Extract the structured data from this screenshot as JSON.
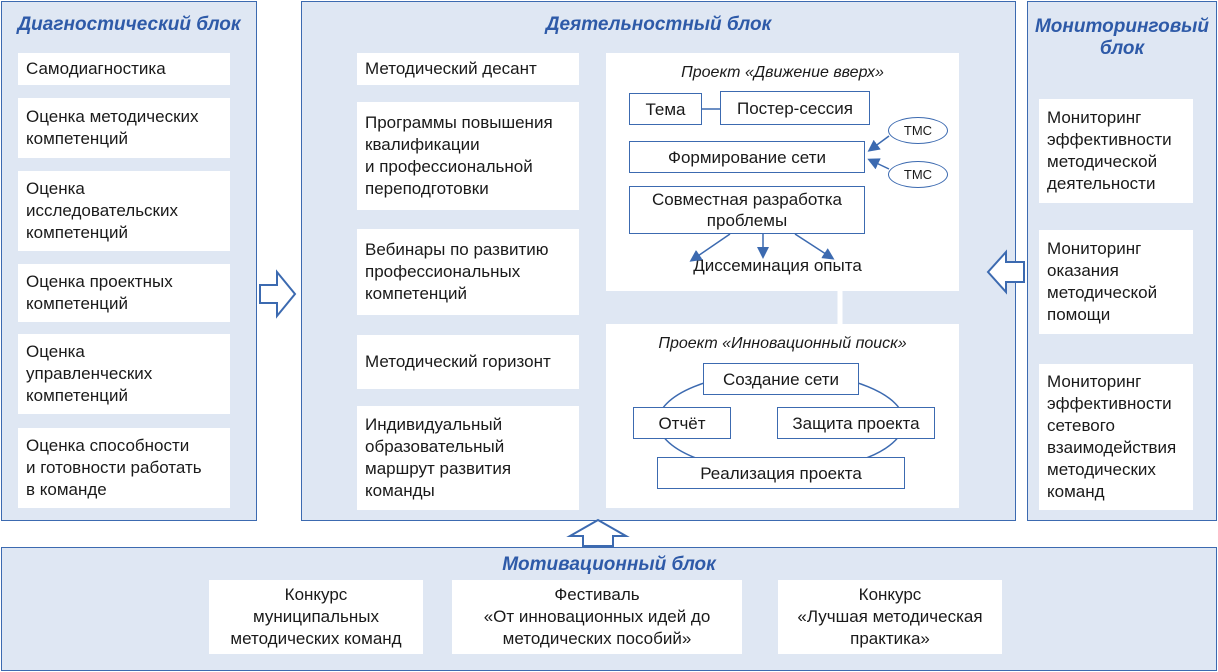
{
  "diagnostic": {
    "title": "Диагностический блок",
    "items": [
      "Самодиагностика",
      "Оценка методических\nкомпетенций",
      "Оценка\nисследовательских\nкомпетенций",
      "Оценка проектных\nкомпетенций",
      "Оценка\nуправленческих\nкомпетенций",
      "Оценка способности\nи готовности работать\nв команде"
    ]
  },
  "activity": {
    "title": "Деятельностный блок",
    "items": [
      "Методический десант",
      "Программы повышения\nквалификации\nи профессиональной\nпереподготовки",
      "Вебинары по развитию\nпрофессиональных\nкомпетенций",
      "Методический горизонт",
      "Индивидуальный\nобразовательный\nмаршрут развития\nкоманды"
    ],
    "project1": {
      "title": "Проект «Движение вверх»",
      "theme": "Тема",
      "poster": "Постер-сессия",
      "network": "Формирование сети",
      "joint": "Совместная разработка\nпроблемы",
      "dissemination": "Диссеминация опыта",
      "tmc1": "ТМС",
      "tmc2": "ТМС"
    },
    "project2": {
      "title": "Проект «Инновационный поиск»",
      "create": "Создание сети",
      "report": "Отчёт",
      "defense": "Защита проекта",
      "implementation": "Реализация проекта"
    }
  },
  "monitoring": {
    "title": "Мониторинговый\nблок",
    "items": [
      "Мониторинг\nэффективности\nметодической\nдеятельности",
      "Мониторинг\nоказания\nметодической\nпомощи",
      "Мониторинг\nэффективности\nсетевого\nвзаимодействия\nметодических\nкоманд"
    ]
  },
  "motivation": {
    "title": "Мотивационный блок",
    "items": [
      "Конкурс\nмуниципальных\nметодических команд",
      "Фестиваль\n«От инновационных идей до\nметодических пособий»",
      "Конкурс\n«Лучшая методическая\nпрактика»"
    ]
  },
  "colors": {
    "accent": "#2e5aa8",
    "panel_fill": "#dfe7f3",
    "border": "#3c6ab0"
  }
}
